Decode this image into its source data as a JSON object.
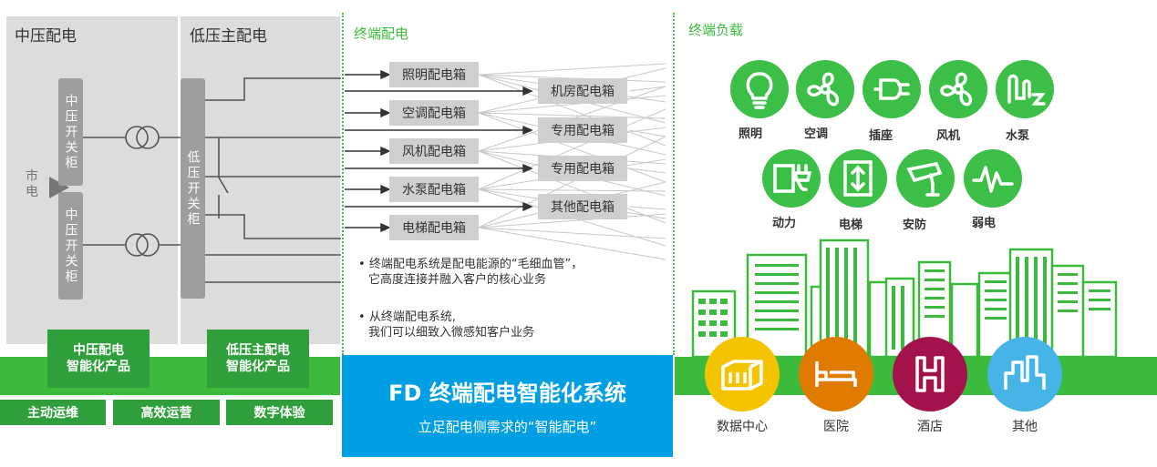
{
  "sections": {
    "mv_title": "中压配电",
    "lv_title": "低压主配电",
    "terminal_title": "终端配电",
    "load_title": "终端负载"
  },
  "mv": {
    "grid_label": "市电",
    "switchgear_top": "中压开关柜",
    "switchgear_bottom": "中压开关柜"
  },
  "lv": {
    "switchgear": "低压开关柜"
  },
  "terminal": {
    "boxes_left": [
      "照明配电箱",
      "空调配电箱",
      "风机配电箱",
      "水泵配电箱",
      "电梯配电箱"
    ],
    "boxes_right": [
      "机房配电箱",
      "专用配电箱",
      "专用配电箱",
      "其他配电箱"
    ],
    "bullets": [
      {
        "line1": "终端配电系统是配电能源的“毛细血管”，",
        "line2": "它高度连接并融入客户的核心业务"
      },
      {
        "line1": "从终端配电系统,",
        "line2": "我们可以细致入微感知客户业务"
      }
    ]
  },
  "products": {
    "mv_line1": "中压配电",
    "mv_line2": "智能化产品",
    "lv_line1": "低压主配电",
    "lv_line2": "智能化产品"
  },
  "tags": [
    "主动运维",
    "高效运营",
    "数字体验"
  ],
  "fd": {
    "title": "FD 终端配电智能化系统",
    "subtitle": "立足配电侧需求的“智能配电”"
  },
  "loads_row1": [
    {
      "label": "照明",
      "icon": "bulb-icon"
    },
    {
      "label": "空调",
      "icon": "fan-icon"
    },
    {
      "label": "插座",
      "icon": "plug-icon"
    },
    {
      "label": "风机",
      "icon": "fan-icon"
    },
    {
      "label": "水泵",
      "icon": "pump-icon"
    }
  ],
  "loads_row2": [
    {
      "label": "动力",
      "icon": "power-icon"
    },
    {
      "label": "电梯",
      "icon": "elevator-icon"
    },
    {
      "label": "安防",
      "icon": "camera-icon"
    },
    {
      "label": "弱电",
      "icon": "signal-icon"
    }
  ],
  "venues": [
    {
      "label": "数据中心",
      "icon": "datacenter-icon",
      "color": "#f5c400"
    },
    {
      "label": "医院",
      "icon": "bed-icon",
      "color": "#e07b00"
    },
    {
      "label": "酒店",
      "icon": "hotel-icon",
      "color": "#a3124a"
    },
    {
      "label": "其他",
      "icon": "city-icon",
      "color": "#46b4e6"
    }
  ],
  "colors": {
    "green": "#3cba3c",
    "dark_green": "#2e9f3a",
    "blue": "#009fe3",
    "grey_panel": "#dcdcdc",
    "grey_bar": "#9e9e9e",
    "grey_box": "#cfcfcf"
  }
}
